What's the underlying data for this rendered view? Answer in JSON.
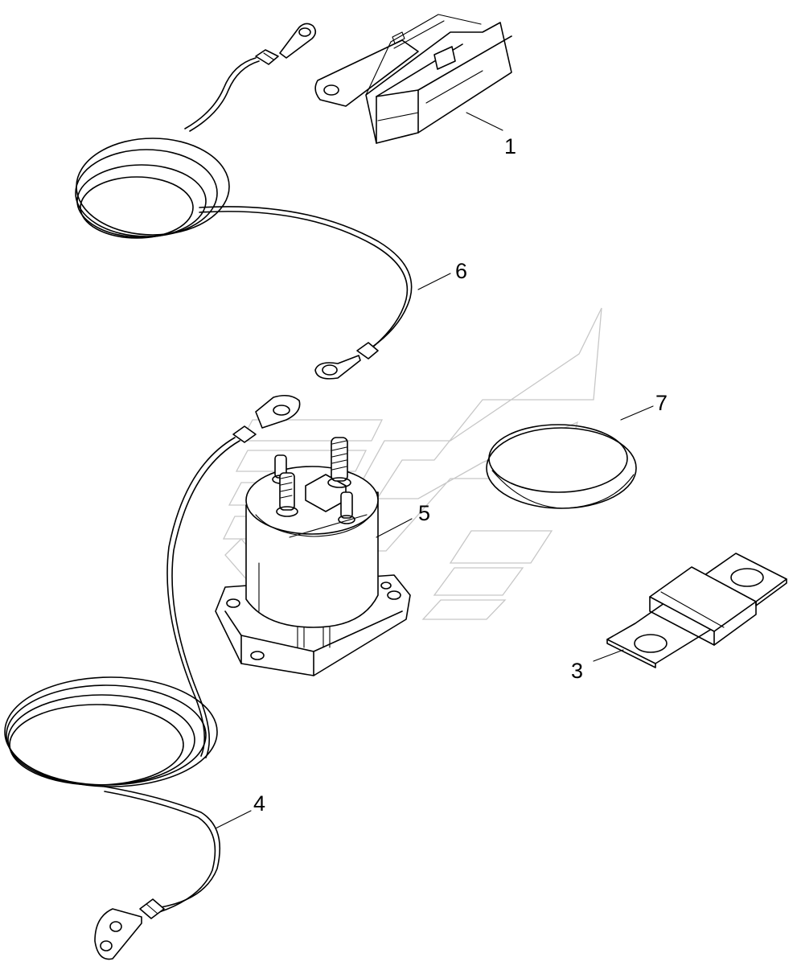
{
  "callouts": [
    {
      "id": "1",
      "label": "1"
    },
    {
      "id": "6",
      "label": "6"
    },
    {
      "id": "7",
      "label": "7"
    },
    {
      "id": "5",
      "label": "5"
    },
    {
      "id": "3",
      "label": "3"
    },
    {
      "id": "4",
      "label": "4"
    }
  ],
  "colors": {
    "line": "#000000",
    "watermark": "#c7c7c7",
    "background": "#ffffff"
  }
}
